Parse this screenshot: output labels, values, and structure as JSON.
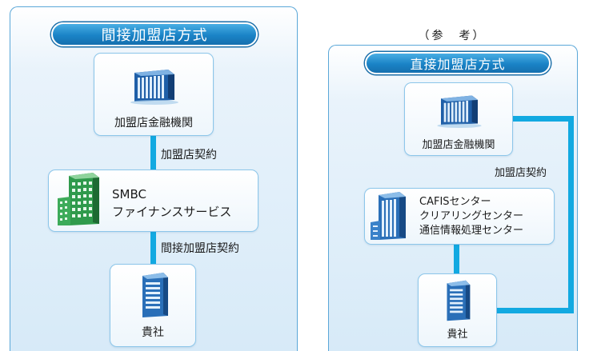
{
  "left_panel": {
    "title": "間接加盟店方式",
    "bank_box": {
      "label": "加盟店金融機関"
    },
    "contract_bank_smbc": "加盟店契約",
    "smbc_box": {
      "line1": "SMBC",
      "line2": "ファイナンスサービス"
    },
    "contract_smbc_company": "間接加盟店契約",
    "company_box": {
      "label": "貴社"
    }
  },
  "reference_label": "（参　考）",
  "right_panel": {
    "title": "直接加盟店方式",
    "bank_box": {
      "label": "加盟店金融機関"
    },
    "contract_label": "加盟店契約",
    "center_box": {
      "line1": "CAFISセンター",
      "line2": "クリアリングセンター",
      "line3": "通信情報処理センター"
    },
    "company_box": {
      "label": "貴社"
    }
  },
  "colors": {
    "panel_border": "#5aa7d8",
    "pill_blue": "#1a83c6",
    "connector_cyan": "#12a9e1",
    "smbc_green": "#2f9a4c",
    "building_blue": "#2a6fb8"
  },
  "icons": [
    "bank-building-icon",
    "smbc-building-icon",
    "company-building-icon",
    "data-center-building-icon"
  ]
}
